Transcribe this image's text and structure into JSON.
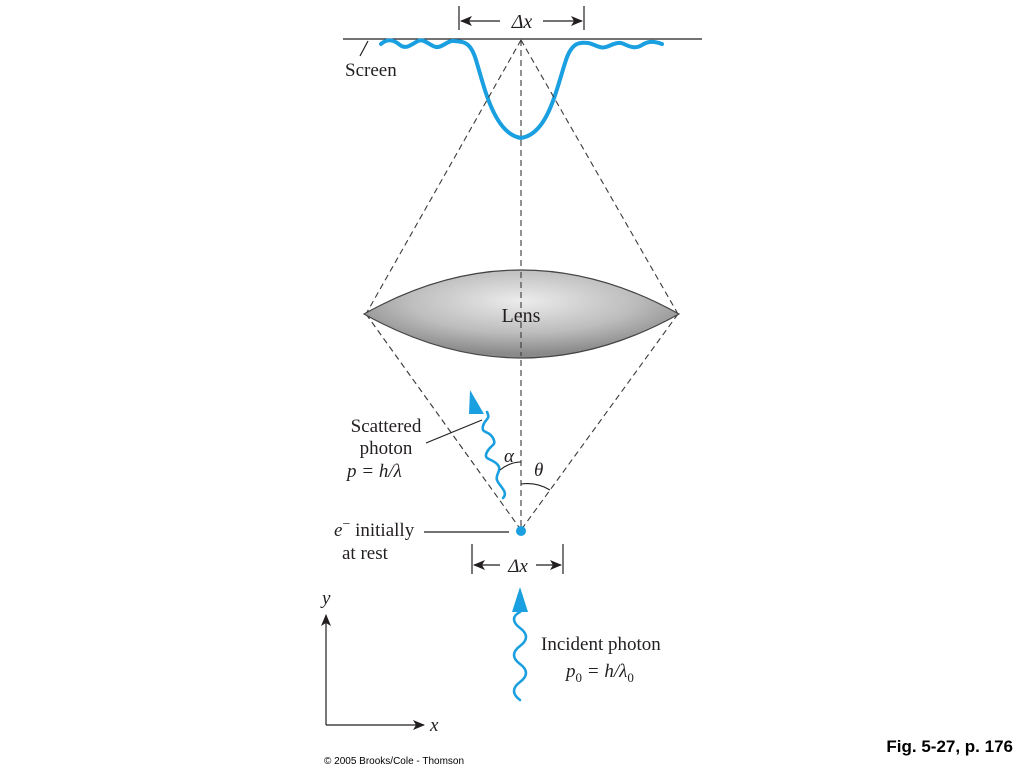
{
  "labels": {
    "delta_x_top": "Δx",
    "screen": "Screen",
    "lens": "Lens",
    "scattered_line1": "Scattered",
    "scattered_line2": "photon",
    "scattered_p": "p",
    "scattered_eq": " = h/λ",
    "alpha": "α",
    "theta": "θ",
    "electron_e": "e",
    "electron_minus": "−",
    "electron_line1": " initially",
    "electron_line2": "at rest",
    "delta_x_bottom": "Δx",
    "incident_line1": "Incident photon",
    "incident_p": "p",
    "incident_p_sub": "0",
    "incident_eq": " = h/λ",
    "incident_lambda_sub": "0",
    "axis_y": "y",
    "axis_x": "x"
  },
  "caption": "Fig. 5-27, p. 176",
  "copyright": "© 2005 Brooks/Cole - Thomson",
  "colors": {
    "photon": "#1a9fe0",
    "lens_light": "#e6e6e6",
    "lens_dark": "#8a8a8a",
    "ink": "#231f20"
  }
}
